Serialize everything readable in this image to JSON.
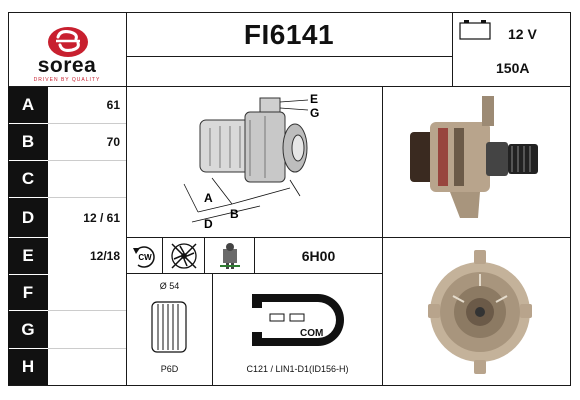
{
  "brand": {
    "name": "sorea",
    "tagline": "DRIVEN BY QUALITY",
    "color": "#c8202f"
  },
  "product": {
    "code": "FI6141",
    "voltage": "12 V",
    "amperage": "150A"
  },
  "rows": [
    {
      "letter": "A",
      "value": "61"
    },
    {
      "letter": "B",
      "value": "70"
    },
    {
      "letter": "C",
      "value": ""
    },
    {
      "letter": "D",
      "value": "12 / 61"
    },
    {
      "letter": "E",
      "value": "12/18"
    },
    {
      "letter": "F",
      "value": ""
    },
    {
      "letter": "G",
      "value": ""
    },
    {
      "letter": "H",
      "value": ""
    }
  ],
  "diagram_labels": {
    "e": "E",
    "g": "G",
    "a": "A",
    "b": "B",
    "d": "D"
  },
  "rotation": {
    "label": "CW",
    "icon": "rotation-arrow-icon"
  },
  "fan_icon": "crossed-fan-icon",
  "regulator_icon": "regulator-icon",
  "clock_position": "6H00",
  "pulley": {
    "diameter": "Ø 54",
    "type": "P6D"
  },
  "connector": {
    "label": "COM",
    "spec": "C121 / LIN1-D1(ID156-H)"
  }
}
